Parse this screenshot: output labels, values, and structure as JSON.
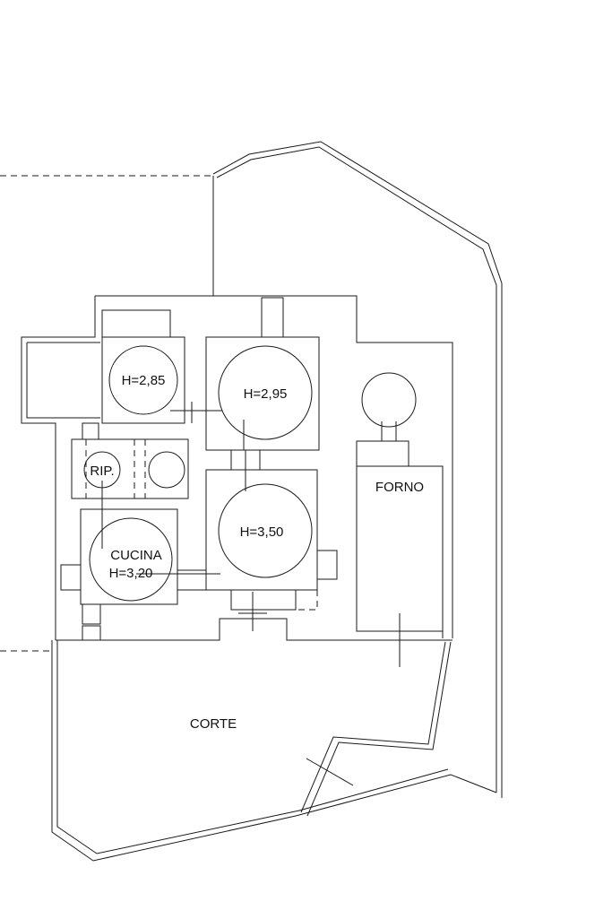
{
  "rooms": {
    "room_top_left": {
      "height_label": "H=2,85"
    },
    "room_top_center": {
      "height_label": "H=2,95"
    },
    "storage": {
      "name": "RIP."
    },
    "room_center": {
      "height_label": "H=3,50"
    },
    "kitchen": {
      "name": "CUCINA",
      "height_label": "H=3,20"
    },
    "oven": {
      "name": "FORNO"
    },
    "courtyard": {
      "name": "CORTE"
    }
  },
  "colors": {
    "line": "#1a1a1a",
    "background": "#ffffff"
  }
}
